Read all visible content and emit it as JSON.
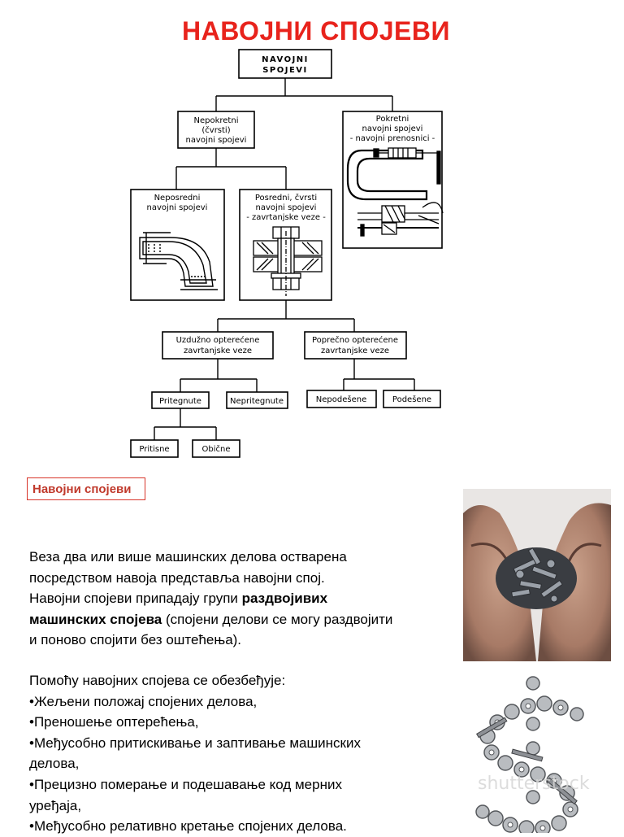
{
  "title": "НАВОЈНИ СПОЈЕВИ",
  "diagram": {
    "root": [
      "NAVOJNI",
      "SPOJEVI"
    ],
    "fixed": [
      "Nepokretni",
      "(čvrsti)",
      "navojni spojevi"
    ],
    "movable": [
      "Pokretni",
      "navojni spojevi",
      "- navojni prenosnici -"
    ],
    "direct": [
      "Neposredni",
      "navojni spojevi"
    ],
    "indirect": [
      "Posredni, čvrsti",
      "navojni spojevi",
      "- zavrtanjske veze -"
    ],
    "axial": [
      "Uzdužno opterećene",
      "zavrtanjske veze"
    ],
    "transverse": [
      "Poprečno opterećene",
      "zavrtanjske veze"
    ],
    "tightened": "Pritegnute",
    "untightened": "Nepritegnute",
    "unadjusted": "Nepodešene",
    "adjusted": "Podešene",
    "press": "Pritisne",
    "ordinary": "Obične"
  },
  "section_tag": "Навојни спојеви",
  "intro": {
    "line1": "Веза два или више машинских делова остварена",
    "line2": "посредством навоја представља навојни спој.",
    "line3_a": "Навојни спојеви припадају групи ",
    "line3_b": "раздвојивих",
    "line4_a": "машинских спојева",
    "line4_b": " (спојени делови се могу раздвојити",
    "line5": "и поново спојити  без оштећења)."
  },
  "uses": {
    "heading": "Помоћу навојних спојева се обезбеђује:",
    "items": [
      "•Жељени положај спојених делова,",
      "•Преношење оптерећења,",
      "•Међусобно притискивање и заптивање машинских",
      "делова,",
      "•Прецизно померање и подешавање код мерних",
      "уређаја,",
      "•Међусобно релативно кретање спојених делова."
    ]
  },
  "watermark": "shutterstock",
  "colors": {
    "title": "#e8231c",
    "tag_border": "#d8352a",
    "tag_text": "#c0392b"
  }
}
